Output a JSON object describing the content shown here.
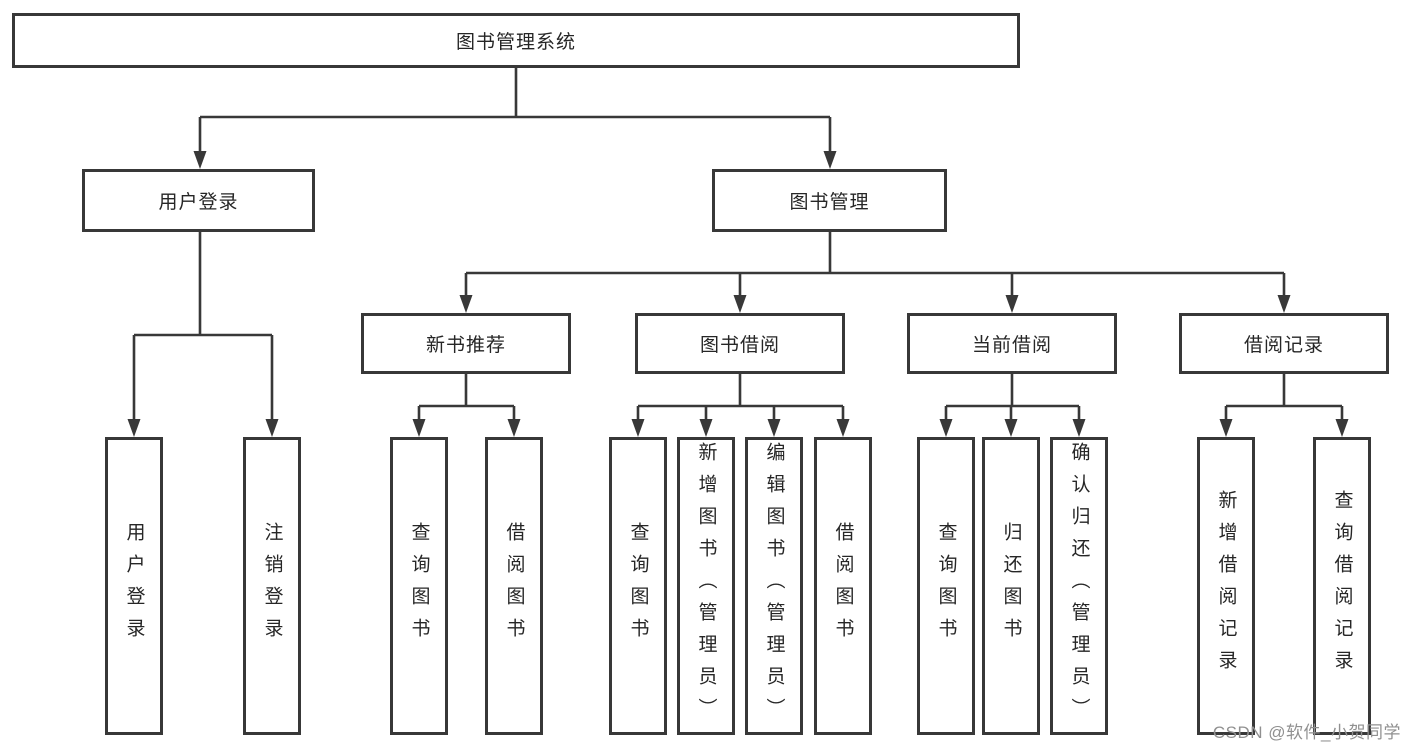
{
  "colors": {
    "line": "#383838",
    "text": "#262626",
    "box_fill": "#ffffff",
    "watermark": "#909090"
  },
  "watermark": "CSDN @软件_小贺同学",
  "tree": {
    "label": "图书管理系统",
    "children": [
      {
        "label": "用户登录",
        "children": [
          {
            "label": "用户登录"
          },
          {
            "label": "注销登录"
          }
        ]
      },
      {
        "label": "图书管理",
        "children": [
          {
            "label": "新书推荐",
            "children": [
              {
                "label": "查询图书"
              },
              {
                "label": "借阅图书"
              }
            ]
          },
          {
            "label": "图书借阅",
            "children": [
              {
                "label": "查询图书"
              },
              {
                "label": "新增图书（管理员）"
              },
              {
                "label": "编辑图书（管理员）"
              },
              {
                "label": "借阅图书"
              }
            ]
          },
          {
            "label": "当前借阅",
            "children": [
              {
                "label": "查询图书"
              },
              {
                "label": "归还图书"
              },
              {
                "label": "确认归还（管理员）"
              }
            ]
          },
          {
            "label": "借阅记录",
            "children": [
              {
                "label": "新增借阅记录"
              },
              {
                "label": "查询借阅记录"
              }
            ]
          }
        ]
      }
    ]
  }
}
